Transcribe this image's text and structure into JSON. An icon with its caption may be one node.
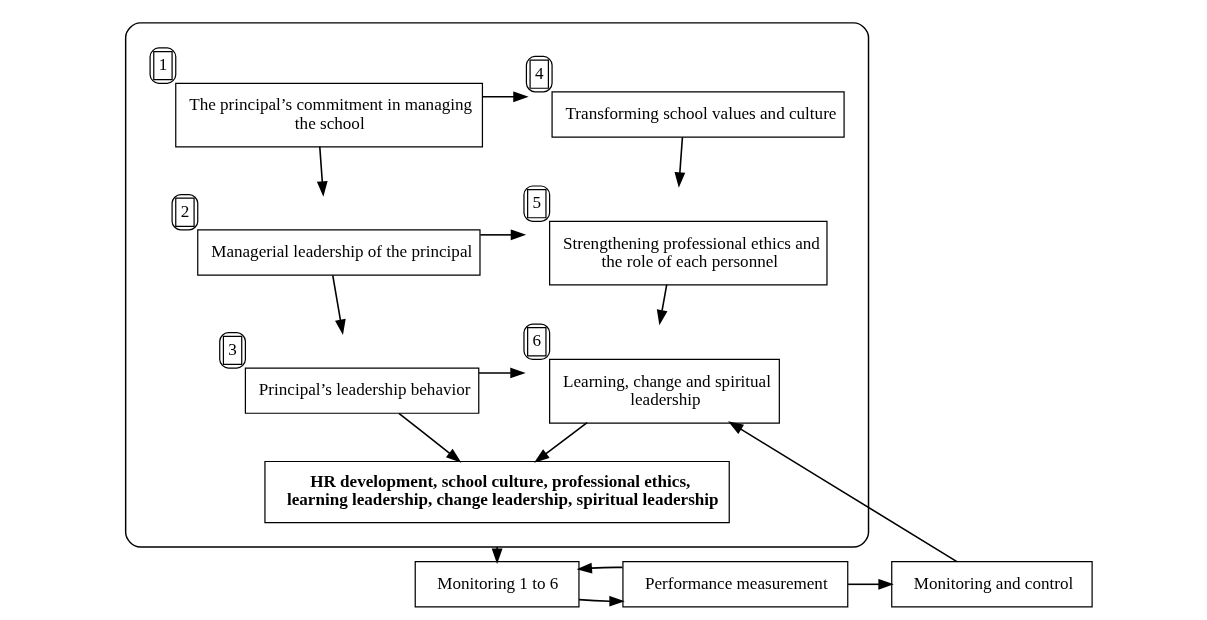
{
  "diagram": {
    "nodes": [
      {
        "text": [],
        "shape": "cloud"
      },
      {
        "text": [
          "1",
          "The principal’s commitment in managing the school"
        ],
        "in": 0
      },
      {
        "text": [
          "4",
          "Transforming school values and culture"
        ],
        "in": 0
      },
      {
        "text": [
          "2",
          "Managerial leadership of the principal"
        ],
        "in": 0
      },
      {
        "text": [
          "5",
          "Strengthening professional ethics and the role of each personnel"
        ],
        "in": 0
      },
      {
        "text": [
          "3",
          "Principal’s leadership behavior"
        ],
        "in": 0
      },
      {
        "text": [
          "6",
          "Learning, change and spiritual leadership"
        ],
        "in": 0
      },
      {
        "text": [
          "HR development, school culture, professional ethics, learning leadership, change leadership, spiritual leadership"
        ],
        "in": 0
      },
      {
        "text": [
          "Monitoring 1 to 6"
        ]
      },
      {
        "text": [
          "Performance measurement"
        ]
      },
      {
        "text": [
          "Monitoring and control"
        ]
      }
    ],
    "edges": [
      {
        "from": 1,
        "to": 2,
        "arrow": "to"
      },
      {
        "from": 1,
        "to": 3,
        "arrow": "to"
      },
      {
        "from": 2,
        "to": 4,
        "arrow": "to"
      },
      {
        "from": 3,
        "to": 4,
        "arrow": "to"
      },
      {
        "from": 3,
        "to": 5,
        "arrow": "to"
      },
      {
        "from": 4,
        "to": 6,
        "arrow": "to"
      },
      {
        "from": 5,
        "to": 6,
        "arrow": "to"
      },
      {
        "from": 5,
        "to": 7,
        "arrow": "to"
      },
      {
        "from": 6,
        "to": 7,
        "arrow": "to"
      },
      {
        "from": 0,
        "to": 8,
        "arrow": "to"
      },
      {
        "from": 8,
        "to": 9,
        "arrow": "to"
      },
      {
        "from": 9,
        "to": 8,
        "arrow": "to"
      },
      {
        "from": 9,
        "to": 10,
        "arrow": "to"
      },
      {
        "from": 10,
        "to": 6,
        "arrow": "to"
      }
    ]
  }
}
